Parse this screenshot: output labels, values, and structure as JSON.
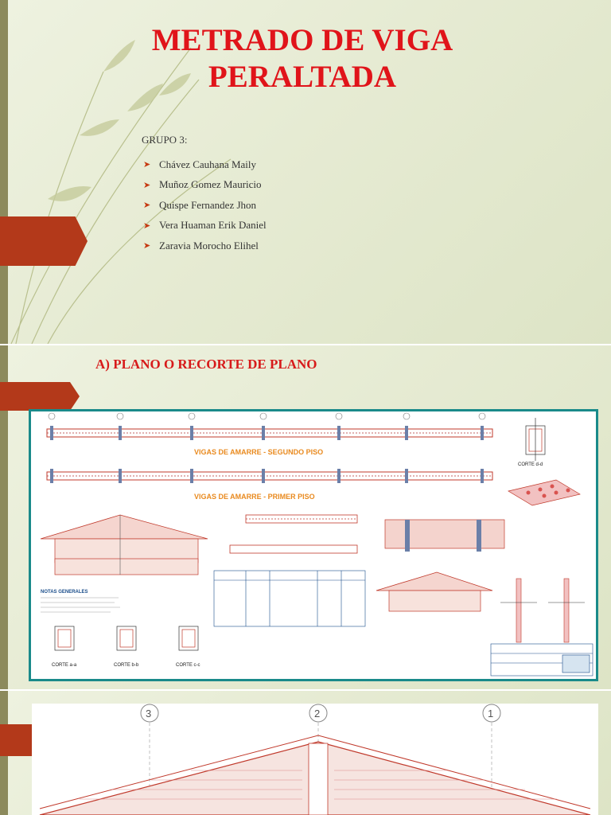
{
  "slide1": {
    "title_line1": "METRADO DE VIGA",
    "title_line2": "PERALTADA",
    "group_label": "GRUPO 3:",
    "members": [
      "Chávez Cauhana Maily",
      "Muñoz Gomez Mauricio",
      "Quispe Fernandez Jhon",
      "Vera Huaman Erik Daniel",
      "Zaravia Morocho Elihel"
    ],
    "bullet": "➤"
  },
  "slide2": {
    "heading": "A) PLANO O RECORTE DE PLANO",
    "plan": {
      "title_segundo": "VIGAS DE AMARRE - SEGUNDO PISO",
      "title_primero": "VIGAS DE AMARRE - PRIMER PISO",
      "notes": "NOTAS GENERALES",
      "cortes": [
        "CORTE a-a",
        "CORTE b-b",
        "CORTE c-c"
      ],
      "corte_right": "CORTE d-d"
    }
  },
  "slide3": {
    "axes": [
      "3",
      "2",
      "1"
    ]
  },
  "colors": {
    "title_red": "#e0141a",
    "accent_orange": "#b3391a",
    "frame_teal": "#1a8a8a"
  }
}
